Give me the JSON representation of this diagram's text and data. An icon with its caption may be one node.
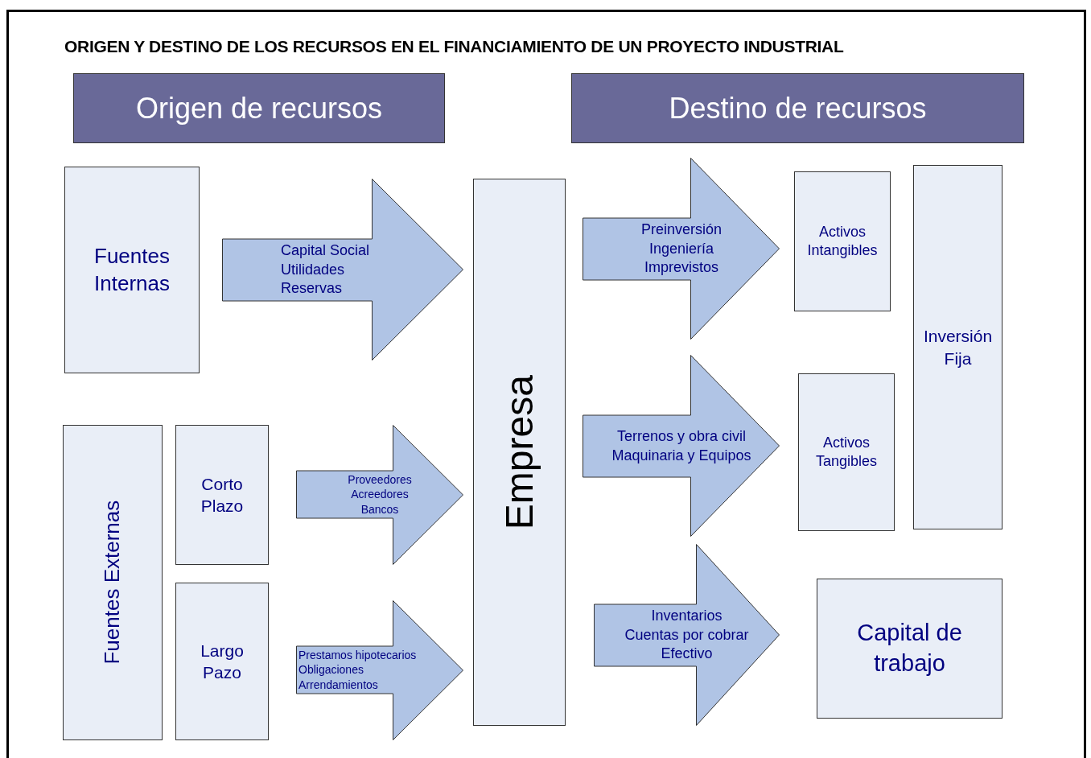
{
  "diagram": {
    "title": "ORIGEN Y DESTINO DE LOS RECURSOS EN EL FINANCIAMIENTO DE UN PROYECTO INDUSTRIAL",
    "nodes": [
      {
        "text": [
          "Origen de recursos"
        ]
      },
      {
        "text": [
          "Destino de recursos"
        ]
      },
      {
        "text": [
          "Fuentes Internas"
        ]
      },
      {
        "text": [
          "Fuentes Externas"
        ]
      },
      {
        "text": [
          "Corto Plazo"
        ]
      },
      {
        "text": [
          "Largo Pazo"
        ]
      },
      {
        "text": [
          "Capital Social",
          "Utilidades",
          "Reservas"
        ]
      },
      {
        "text": [
          "Proveedores",
          "Acreedores",
          "Bancos"
        ]
      },
      {
        "text": [
          "Prestamos hipotecarios",
          "Obligaciones",
          "Arrendamientos"
        ]
      },
      {
        "text": [
          "Empresa"
        ]
      },
      {
        "text": [
          "Preinversión",
          "Ingeniería",
          "Imprevistos"
        ]
      },
      {
        "text": [
          "Terrenos y obra civil",
          "Maquinaria y Equipos"
        ]
      },
      {
        "text": [
          "Inventarios",
          "Cuentas por cobrar",
          "Efectivo"
        ]
      },
      {
        "text": [
          "Activos Intangibles"
        ]
      },
      {
        "text": [
          "Activos Tangibles"
        ]
      },
      {
        "text": [
          "Inversión Fija"
        ]
      },
      {
        "text": [
          "Capital de trabajo"
        ]
      }
    ],
    "edges": [
      {
        "from": 2,
        "to": 9,
        "arrow": "to"
      },
      {
        "from": 4,
        "to": 9,
        "arrow": "to"
      },
      {
        "from": 5,
        "to": 9,
        "arrow": "to"
      },
      {
        "from": 9,
        "to": 13,
        "arrow": "to"
      },
      {
        "from": 9,
        "to": 14,
        "arrow": "to"
      },
      {
        "from": 9,
        "to": 16,
        "arrow": "to"
      }
    ]
  }
}
